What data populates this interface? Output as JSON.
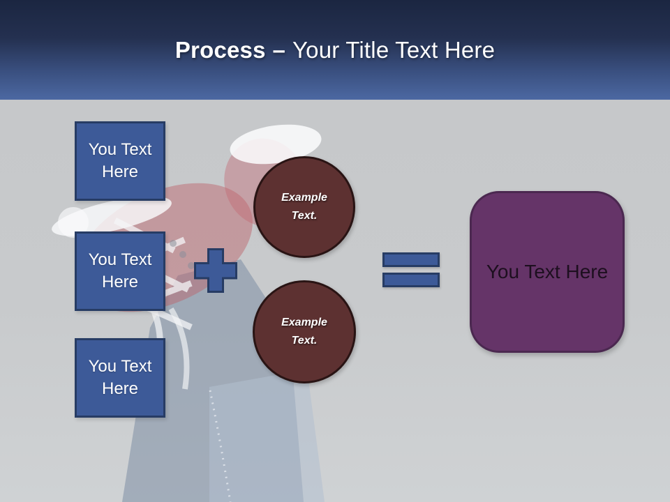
{
  "slide": {
    "header": {
      "title_bold": "Process",
      "title_separator": "–",
      "title_rest": "Your Title Text Here"
    },
    "input_boxes": [
      {
        "label": "You Text Here"
      },
      {
        "label": "You Text Here"
      },
      {
        "label": "You Text Here"
      }
    ],
    "example_circles": [
      {
        "label": "Example Text."
      },
      {
        "label": "Example Text."
      }
    ],
    "result_box": {
      "label": "You Text Here"
    },
    "icons": {
      "plus": "plus-shape-icon",
      "equals": "equals-shape-icon",
      "background": "faded-red-sneaker-jeans-photo"
    },
    "colors": {
      "header_gradient_top": "#1b2641",
      "header_gradient_bottom": "#4c68a2",
      "body_background": "#c7c9cb",
      "shape_blue_fill": "#3d5a98",
      "shape_blue_border": "#273c64",
      "circle_maroon_fill": "#5d3131",
      "circle_maroon_border": "#291414",
      "result_purple_fill": "#653468",
      "result_purple_border": "#4b2850",
      "title_text": "#ffffff",
      "box_text": "#ffffff",
      "result_text": "#1d0f1f"
    }
  }
}
